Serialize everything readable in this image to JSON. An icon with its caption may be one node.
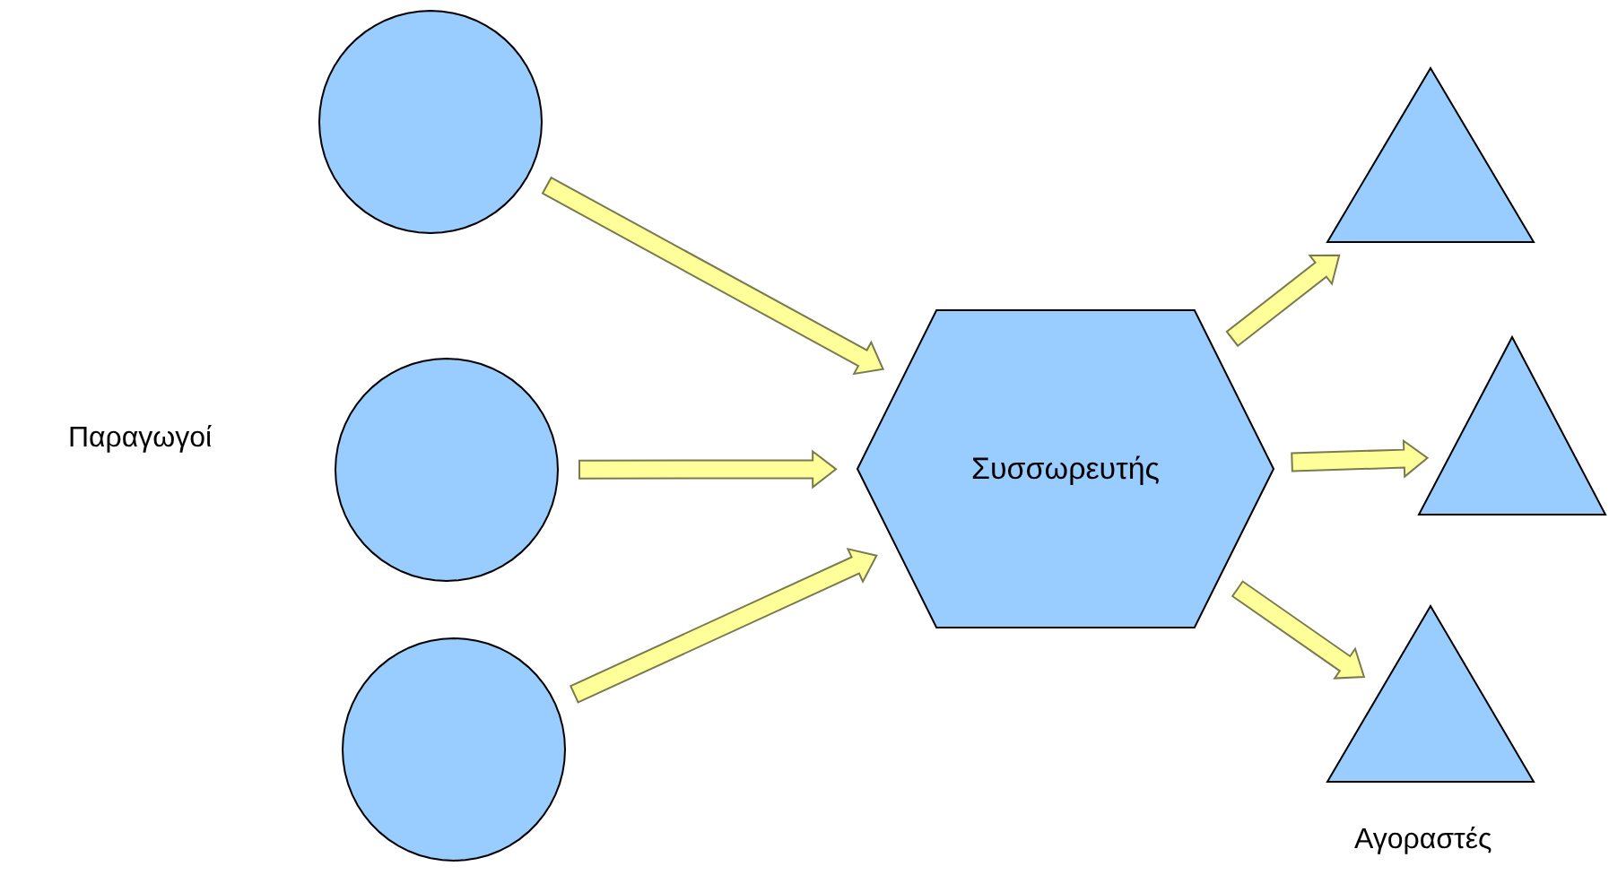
{
  "diagram": {
    "nodes": [
      {
        "text": [],
        "shape": "circle"
      },
      {
        "text": [],
        "shape": "circle"
      },
      {
        "text": [],
        "shape": "circle"
      },
      {
        "text": [
          "Συσσωρευτής"
        ]
      },
      {
        "text": [],
        "shape": "triangle"
      },
      {
        "text": [],
        "shape": "triangle"
      },
      {
        "text": [],
        "shape": "triangle"
      }
    ],
    "edges": [
      {
        "from": 0,
        "to": 3,
        "arrow": "to"
      },
      {
        "from": 1,
        "to": 3,
        "arrow": "to"
      },
      {
        "from": 2,
        "to": 3,
        "arrow": "to"
      },
      {
        "from": 3,
        "to": 4,
        "arrow": "to"
      },
      {
        "from": 3,
        "to": 5,
        "arrow": "to"
      },
      {
        "from": 3,
        "to": 6,
        "arrow": "to"
      }
    ],
    "labels": [
      "Παραγωγοί",
      "Αγοραστές"
    ]
  }
}
